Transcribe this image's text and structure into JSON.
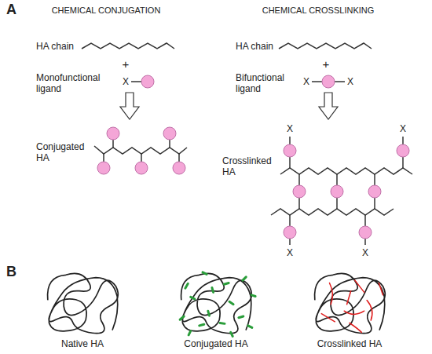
{
  "diagram": {
    "labels": [
      "A",
      "CHEMICAL CONJUGATION",
      "CHEMICAL CROSSLINKING",
      "HA chain",
      "+",
      "Monofunctional ligand",
      "X",
      "HA chain",
      "+",
      "Bifunctional ligand",
      "X",
      "X",
      "Conjugated HA",
      "Crosslinked HA",
      "X",
      "X",
      "X",
      "X",
      "B",
      "Native HA",
      "Conjugated HA",
      "Crosslinked HA"
    ]
  }
}
